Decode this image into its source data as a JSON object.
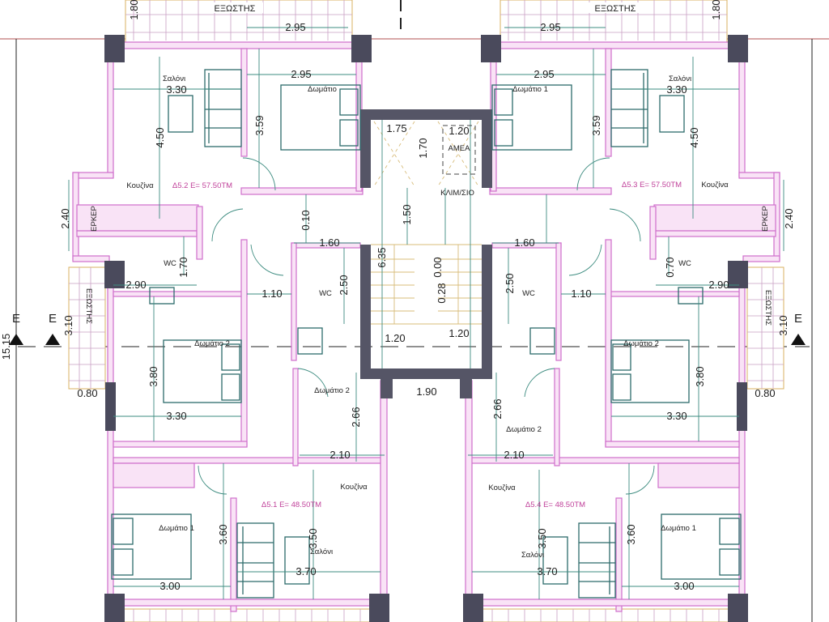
{
  "drawing": {
    "colors": {
      "wall": "#cf6fcc",
      "column": "#4a4a5c",
      "dimension": "#3d8c80",
      "furniture": "#2c6b6b",
      "area_label": "#c0409a",
      "reference_line": "#b05050"
    },
    "labels": [
      "1.80",
      "ΕΞΩΣΤΗΣ",
      "2.95",
      "2.95",
      "Σαλόνι",
      "3.30",
      "Δωμάτιο",
      "4.50",
      "3.59",
      "Κουζίνα",
      "Δ5.2 Ε= 57.50ΤΜ",
      "2.40",
      "ΕΡΚΕΡ",
      "0.10",
      "1.60",
      "6.35",
      "1.50",
      "WC",
      "1.70",
      "2.90",
      "1.10",
      "WC",
      "2.50",
      "E",
      "E",
      "3.10",
      "ΕΞΩΣΤΗΣ",
      "15.15",
      "Δωμάτιο 2",
      "3.80",
      "0.80",
      "3.30",
      "Δωμάτιο 2",
      "2.66",
      "2.10",
      "Κουζίνα",
      "Δ5.1 Ε= 48.50ΤΜ",
      "Δωμάτιο 1",
      "3.60",
      "3.50",
      "Σαλόνι",
      "3.70",
      "3.00",
      "1.75",
      "1.20",
      "1.70",
      "ΑΜΕΑ",
      "ΚΛΙΜ/ΣΙΟ",
      "0.00",
      "0.28",
      "1.20",
      "1.20",
      "1.90",
      "1.80",
      "ΕΞΩΣΤΗΣ",
      "2.95",
      "2.95",
      "Δωμάτιο 1",
      "Σαλόνι",
      "3.30",
      "4.50",
      "3.59",
      "Κουζίνα",
      "Δ5.3 Ε= 57.50ΤΜ",
      "2.40",
      "ΕΡΚΕΡ",
      "1.60",
      "0.70",
      "WC",
      "2.90",
      "1.10",
      "WC",
      "2.50",
      "E",
      "3.10",
      "ΕΞΩΣΤΗΣ",
      "Δωμάτιο 2",
      "3.80",
      "0.80",
      "3.30",
      "2.66",
      "Δωμάτιο 2",
      "2.10",
      "Κουζίνα",
      "Δ5.4 Ε= 48.50ΤΜ",
      "Δωμάτιο 1",
      "3.60",
      "3.50",
      "Σαλόνι",
      "3.70",
      "3.00"
    ]
  }
}
